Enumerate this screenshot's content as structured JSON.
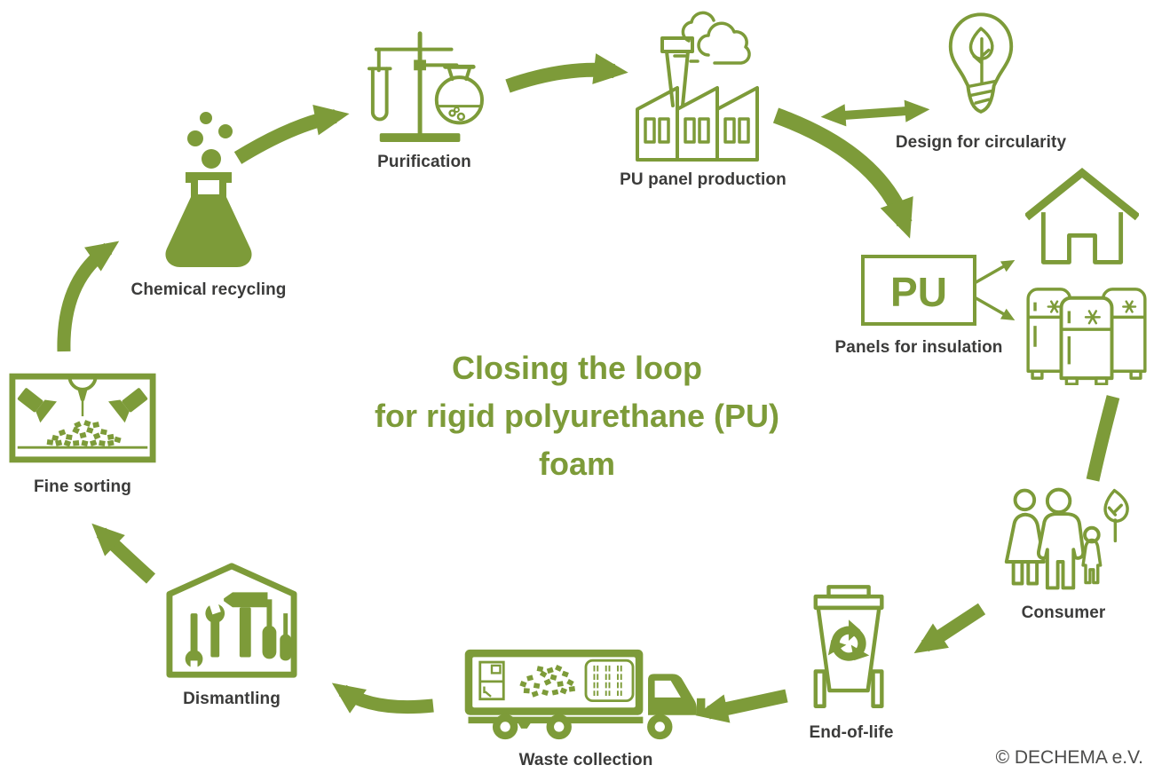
{
  "title": {
    "line1": "Closing the loop",
    "line2": "for rigid polyurethane (PU)",
    "line3": "foam"
  },
  "copyright": "© DECHEMA e.V.",
  "colors": {
    "accent_green": "#7d9b39",
    "label_text": "#3b3b3a"
  },
  "nodes": {
    "chemical_recycling": {
      "label": "Chemical recycling",
      "icon": "flask-icon"
    },
    "purification": {
      "label": "Purification",
      "icon": "distillation-stand-icon"
    },
    "pu_panel_production": {
      "label": "PU panel production",
      "icon": "factory-icon"
    },
    "design_for_circularity": {
      "label": "Design for circularity",
      "icon": "eco-bulb-icon"
    },
    "panels_for_insulation": {
      "label": "Panels for insulation",
      "box_text": "PU",
      "icon": "pu-box-icon",
      "applications": [
        "house-icon",
        "refrigerators-icon"
      ]
    },
    "consumer": {
      "label": "Consumer",
      "icon": "family-icon"
    },
    "end_of_life": {
      "label": "End-of-life",
      "icon": "recycling-bin-icon"
    },
    "waste_collection": {
      "label": "Waste collection",
      "icon": "collection-truck-icon"
    },
    "dismantling": {
      "label": "Dismantling",
      "icon": "tools-house-icon"
    },
    "fine_sorting": {
      "label": "Fine sorting",
      "icon": "sorting-machine-icon"
    }
  },
  "cycle_order": [
    "Chemical recycling",
    "Purification",
    "PU panel production",
    "Panels for insulation",
    "Consumer",
    "End-of-life",
    "Waste collection",
    "Dismantling",
    "Fine sorting",
    "Chemical recycling"
  ]
}
